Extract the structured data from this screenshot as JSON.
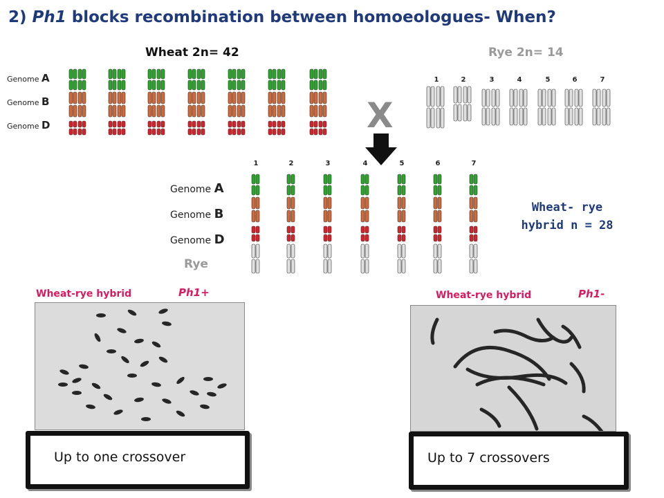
{
  "title": {
    "prefix": "2) ",
    "italic": "Ph1",
    "rest": " blocks recombination between homoeologues- When?"
  },
  "wheat_parent": {
    "label": "Wheat 2n= 42",
    "genomes": [
      "A",
      "B",
      "D"
    ],
    "genome_word": "Genome"
  },
  "rye_parent": {
    "label": "Rye 2n= 14",
    "numbers": [
      "1",
      "2",
      "3",
      "4",
      "5",
      "6",
      "7"
    ]
  },
  "cross_symbol": "X",
  "hybrid": {
    "numbers": [
      "1",
      "2",
      "3",
      "4",
      "5",
      "6",
      "7"
    ],
    "genome_word": "Genome",
    "genomes": [
      "A",
      "B",
      "D"
    ],
    "rye_label": "Rye",
    "label_line1": "Wheat- rye",
    "label_line2": "hybrid  n = 28"
  },
  "left_panel": {
    "caption": "Wheat-rye hybrid",
    "genotype": "Ph1+",
    "box_text": "Up to one crossover"
  },
  "right_panel": {
    "caption": "Wheat-rye hybrid",
    "genotype": "Ph1-",
    "box_text": "Up to 7 crossovers"
  },
  "colors": {
    "title": "#1f3a7a",
    "genome_A": "#2aa62a",
    "genome_B": "#d06a3a",
    "genome_D": "#d8222a",
    "rye": "#e0e0e0",
    "caption": "#d81b60"
  }
}
